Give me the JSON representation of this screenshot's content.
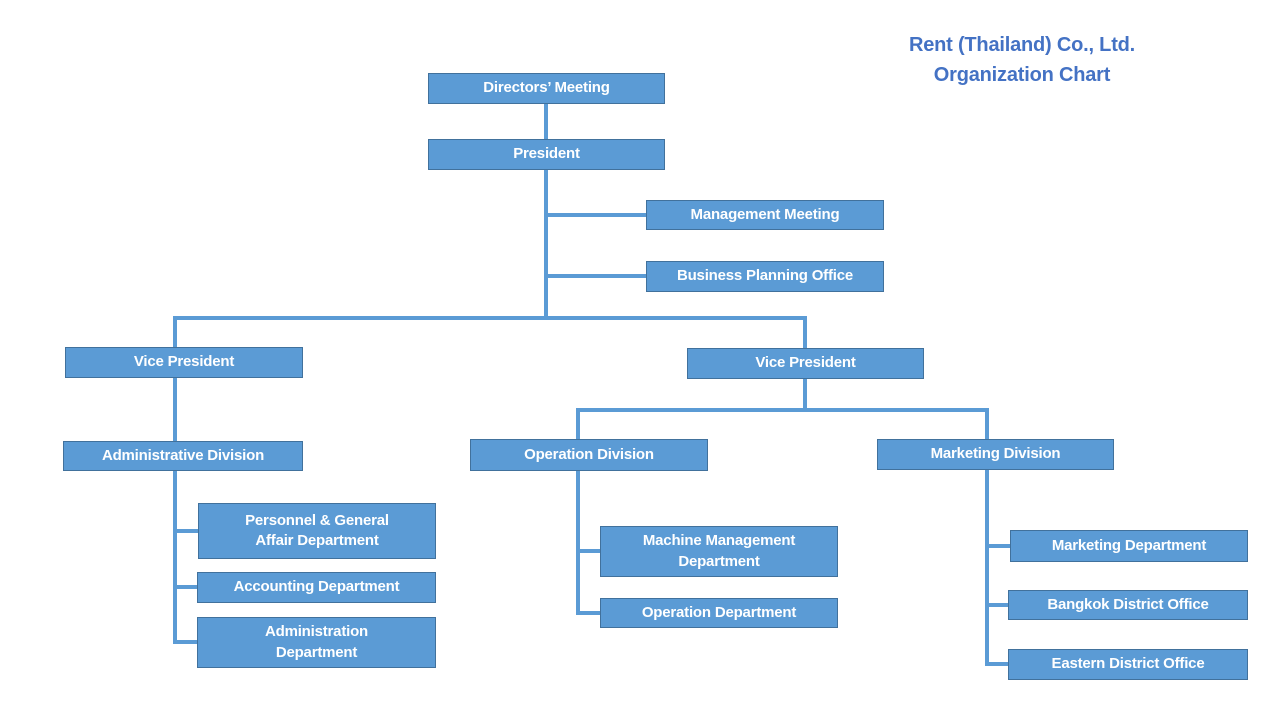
{
  "title": {
    "line1": "Rent (Thailand) Co., Ltd.",
    "line2": "Organization Chart"
  },
  "colors": {
    "box_fill": "#5B9BD5",
    "box_border": "#41719C",
    "connector": "#5B9BD5",
    "title_text": "#4472C4",
    "box_text": "#FFFFFF",
    "background": "#FFFFFF"
  },
  "nodes": [
    {
      "label": "Directors’ Meeting",
      "reports_to": null
    },
    {
      "label": "President",
      "reports_to": "Directors’ Meeting"
    },
    {
      "label": "Management Meeting",
      "reports_to": "President"
    },
    {
      "label": "Business Planning Office",
      "reports_to": "President"
    },
    {
      "label": "Vice President",
      "reports_to": "President"
    },
    {
      "label": "Vice President",
      "reports_to": "President"
    },
    {
      "label": "Administrative Division",
      "reports_to": "Vice President (left)"
    },
    {
      "label": "Personnel & General\nAffair Department",
      "reports_to": "Administrative Division"
    },
    {
      "label": "Accounting Department",
      "reports_to": "Administrative Division"
    },
    {
      "label": "Administration\nDepartment",
      "reports_to": "Administrative Division"
    },
    {
      "label": "Operation Division",
      "reports_to": "Vice President (right)"
    },
    {
      "label": "Machine Management\nDepartment",
      "reports_to": "Operation Division"
    },
    {
      "label": "Operation Department",
      "reports_to": "Operation Division"
    },
    {
      "label": "Marketing Division",
      "reports_to": "Vice President (right)"
    },
    {
      "label": "Marketing Department",
      "reports_to": "Marketing Division"
    },
    {
      "label": "Bangkok District Office",
      "reports_to": "Marketing Division"
    },
    {
      "label": "Eastern District Office",
      "reports_to": "Marketing Division"
    }
  ]
}
